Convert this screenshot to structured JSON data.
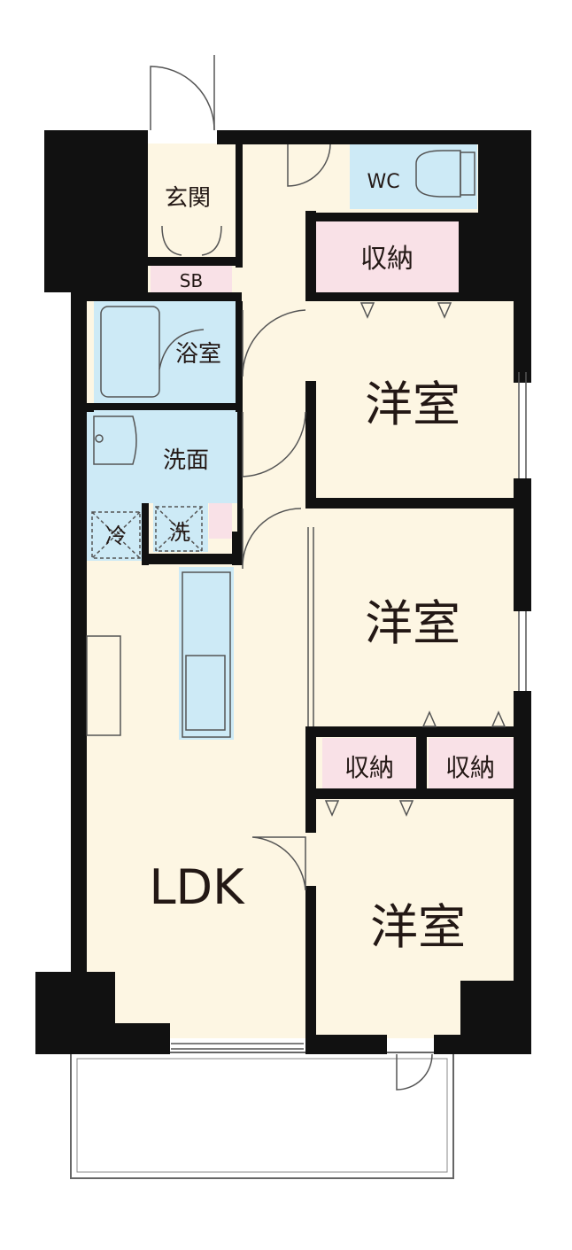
{
  "labels": {
    "entrance": "玄関",
    "shoe_box": "SB",
    "wc": "WC",
    "storage_top": "収納",
    "bath": "浴室",
    "washroom": "洗面",
    "fridge": "冷",
    "washer": "洗",
    "bedroom_1": "洋室",
    "bedroom_2": "洋室",
    "storage_mid_left": "収納",
    "storage_mid_right": "収納",
    "ldk": "LDK",
    "bedroom_3": "洋室"
  },
  "colors": {
    "wall": "#111111",
    "room_floor": "#fdf6e3",
    "wet_area": "#cdeaf6",
    "storage": "#f9e1e7",
    "line": "#555555"
  }
}
